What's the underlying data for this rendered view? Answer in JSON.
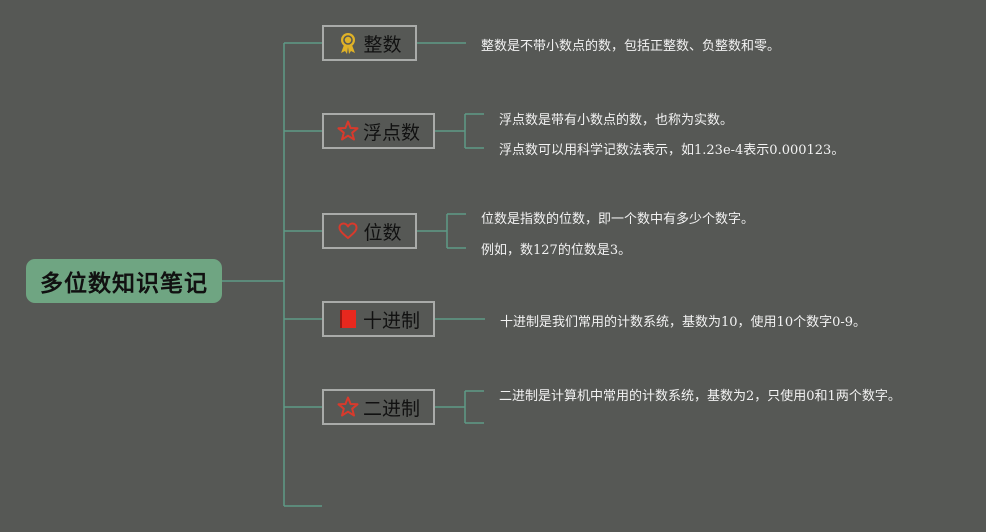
{
  "root": {
    "title": "多位数知识笔记"
  },
  "branches": [
    {
      "label": "整数",
      "icon": "award-ribbon-icon",
      "notes": [
        "整数是不带小数点的数，包括正整数、负整数和零。"
      ]
    },
    {
      "label": "浮点数",
      "icon": "star-outline-icon",
      "notes": [
        "浮点数是带有小数点的数，也称为实数。",
        "浮点数可以用科学记数法表示，如1.23e-4表示0.000123。"
      ]
    },
    {
      "label": "位数",
      "icon": "heart-outline-icon",
      "notes": [
        "位数是指数的位数，即一个数中有多少个数字。",
        "例如，数127的位数是3。"
      ]
    },
    {
      "label": "十进制",
      "icon": "red-flag-icon",
      "notes": [
        "十进制是我们常用的计数系统，基数为10，使用10个数字0-9。"
      ]
    },
    {
      "label": "二进制",
      "icon": "star-outline-icon",
      "notes": [
        "二进制是计算机中常用的计数系统，基数为2，只使用0和1两个数字。"
      ]
    }
  ],
  "colors": {
    "background": "#565855",
    "root_fill": "#6fa582",
    "connector": "#5f9a86",
    "node_border": "#a9aba9",
    "icon_red": "#d83a2c",
    "icon_gold": "#e0b227"
  }
}
